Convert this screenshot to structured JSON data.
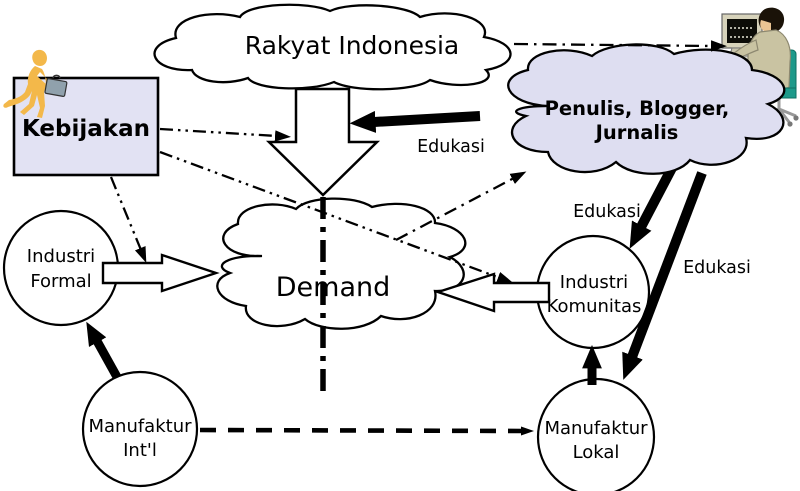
{
  "diagram": {
    "nodes": {
      "rakyat": {
        "label": "Rakyat Indonesia"
      },
      "kebijakan": {
        "label": "Kebijakan"
      },
      "penulis": {
        "label_line1": "Penulis, Blogger,",
        "label_line2": "Jurnalis"
      },
      "demand": {
        "label": "Demand"
      },
      "industri_formal": {
        "label_line1": "Industri",
        "label_line2": "Formal"
      },
      "industri_komunitas": {
        "label_line1": "Industri",
        "label_line2": "Komunitas"
      },
      "manufaktur_intl": {
        "label_line1": "Manufaktur",
        "label_line2": "Int'l"
      },
      "manufaktur_lokal": {
        "label_line1": "Manufaktur",
        "label_line2": "Lokal"
      }
    },
    "edge_labels": {
      "edukasi_rakyat_flow": "Edukasi",
      "edukasi_industri_komunitas": "Edukasi",
      "edukasi_manufaktur_lokal": "Edukasi"
    },
    "colors": {
      "panel_lavender": "#e2e2f3",
      "cloud_lavender": "#dedef1",
      "white": "#ffffff",
      "line_black": "#000000",
      "figure_orange": "#f3b84a",
      "briefcase_gray": "#90a1ac",
      "chair_teal": "#1d998a",
      "suit_tan": "#c9c3a2",
      "skin_tone": "#eac493",
      "monitor_beige": "#d7d3bb",
      "screen_dark": "#0d0d08"
    }
  }
}
